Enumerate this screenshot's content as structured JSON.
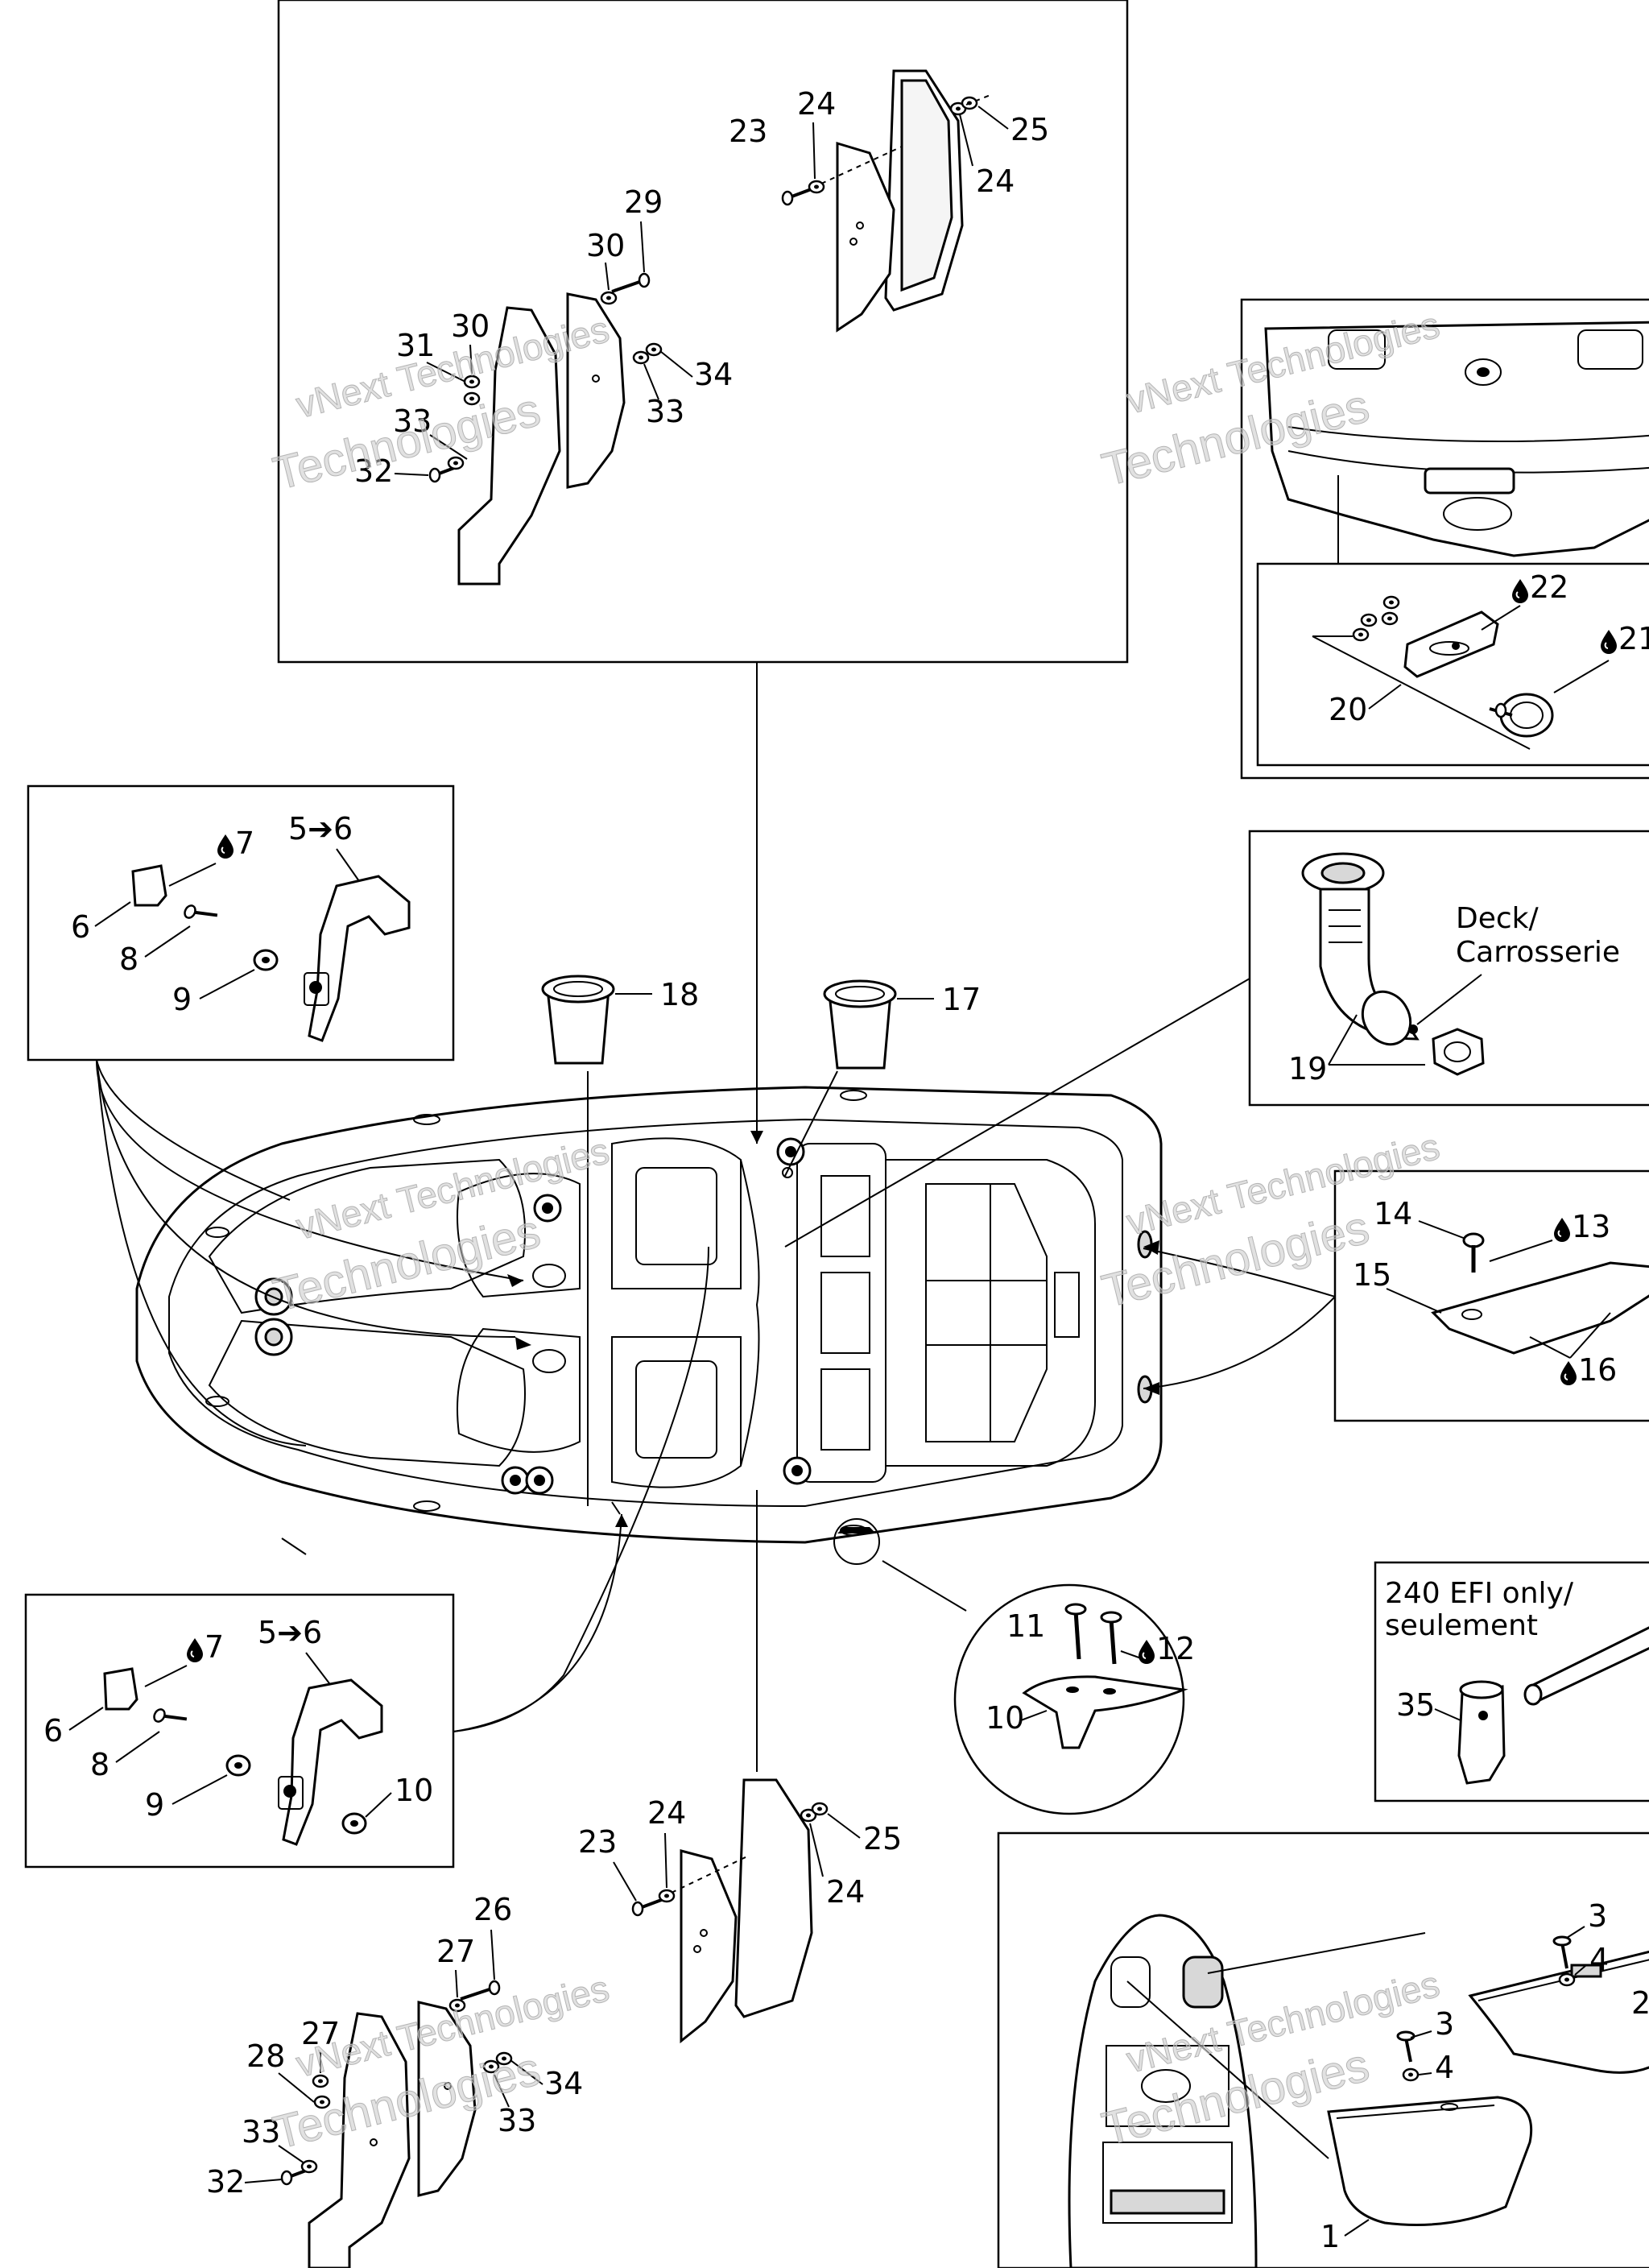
{
  "labels": {
    "l23a": "23",
    "l24a": "24",
    "l25a": "25",
    "l24b": "24",
    "l29": "29",
    "l30a": "30",
    "l30b": "30",
    "l31": "31",
    "l33a": "33",
    "l32a": "32",
    "l34a": "34",
    "l33b": "33",
    "l22": "22",
    "l21": "21",
    "l20": "20",
    "l7a": "7",
    "l56a": "5➔6",
    "l6a": "6",
    "l8a": "8",
    "l9a": "9",
    "l18": "18",
    "l17": "17",
    "l19": "19",
    "l14": "14",
    "l13": "13",
    "l15": "15",
    "l16": "16",
    "l11": "11",
    "l12": "12",
    "l10a": "10",
    "l35": "35",
    "l7b": "7",
    "l56b": "5➔6",
    "l6b": "6",
    "l8b": "8",
    "l9b": "9",
    "l10b": "10",
    "l23b": "23",
    "l24c": "24",
    "l25b": "25",
    "l24d": "24",
    "l26": "26",
    "l27a": "27",
    "l27b": "27",
    "l28": "28",
    "l33c": "33",
    "l32b": "32",
    "l34b": "34",
    "l33d": "33",
    "l3a": "3",
    "l4a": "4",
    "l2": "2",
    "l3b": "3",
    "l4b": "4",
    "l1": "1"
  },
  "notes": {
    "deck_line1": "Deck/",
    "deck_line2": "Carrosserie",
    "efi_line1": "240 EFI only/",
    "efi_line2": "seulement"
  },
  "watermark": {
    "line1": "vNext Technologies",
    "line2": "Technologies"
  },
  "colors": {
    "ink": "#000000",
    "part_fill": "#ffffff",
    "shade": "#d8d8d8",
    "watermark": "#c9c9c9"
  },
  "icons": {
    "adhesive": "drop-icon",
    "replaces": "arrow-right-icon"
  }
}
